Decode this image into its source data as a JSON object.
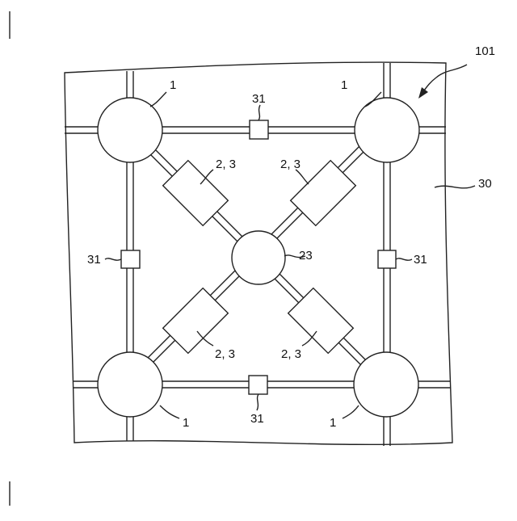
{
  "figure_label": "101",
  "panel_label": "30",
  "unit_labels": [
    "1",
    "1",
    "1",
    "1"
  ],
  "hub_label": "23",
  "module_labels": [
    "2, 3",
    "2, 3",
    "2, 3",
    "2, 3"
  ],
  "connector_labels": [
    "31",
    "31",
    "31",
    "31"
  ]
}
